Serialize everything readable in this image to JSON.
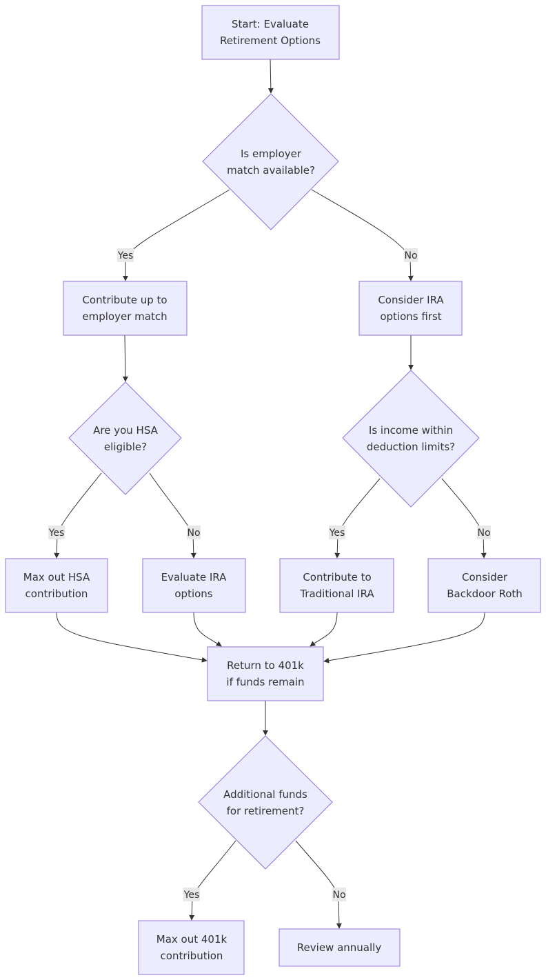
{
  "nodes": {
    "start": [
      "Start: Evaluate",
      "Retirement Options"
    ],
    "q_match": [
      "Is employer",
      "match available?"
    ],
    "contribute_match": [
      "Contribute up to",
      "employer match"
    ],
    "consider_ira": [
      "Consider IRA",
      "options first"
    ],
    "q_hsa": [
      "Are you HSA",
      "eligible?"
    ],
    "q_income": [
      "Is income within",
      "deduction limits?"
    ],
    "max_hsa": [
      "Max out HSA",
      "contribution"
    ],
    "eval_ira": [
      "Evaluate IRA",
      "options"
    ],
    "trad_ira": [
      "Contribute to",
      "Traditional IRA"
    ],
    "backdoor": [
      "Consider",
      "Backdoor Roth"
    ],
    "return_401k": [
      "Return to 401k",
      "if funds remain"
    ],
    "q_additional": [
      "Additional funds",
      "for retirement?"
    ],
    "max_401k": [
      "Max out 401k",
      "contribution"
    ],
    "review": [
      "Review annually"
    ]
  },
  "edge_labels": {
    "match_yes": "Yes",
    "match_no": "No",
    "hsa_yes": "Yes",
    "hsa_no": "No",
    "income_yes": "Yes",
    "income_no": "No",
    "additional_yes": "Yes",
    "additional_no": "No"
  },
  "colors": {
    "node_fill": "#ECECFF",
    "node_stroke": "#9370DB",
    "edge": "#333333",
    "label_bg": "#E8E8E8"
  }
}
